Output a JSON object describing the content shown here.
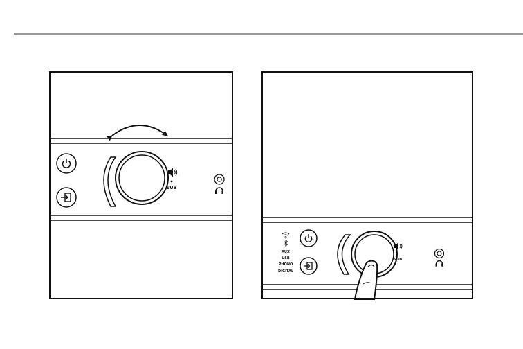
{
  "left_panel": {
    "volume_label": "SUB"
  },
  "right_panel": {
    "sources": [
      "AUX",
      "USB",
      "PHONO",
      "DIGITAL"
    ],
    "volume_label": "SUB"
  },
  "icons": {
    "power": "power-icon",
    "input": "input-icon",
    "headphone": "headphone-icon",
    "speaker": "speaker-icon",
    "wifi": "wifi-icon",
    "bluetooth": "bluetooth-icon",
    "rotate_arrow": "double-arrow-icon",
    "finger": "finger-press-icon"
  },
  "colors": {
    "line": "#1a1a1a",
    "background": "#ffffff"
  }
}
